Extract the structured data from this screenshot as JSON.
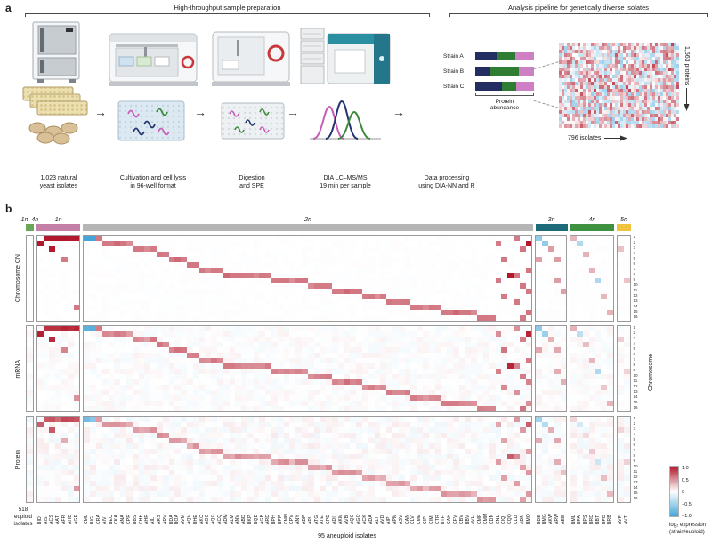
{
  "panel_a": {
    "label": "a",
    "left_header": "High-throughput sample preparation",
    "right_header": "Analysis pipeline for genetically diverse isolates",
    "captions": [
      "1,023 natural\nyeast isolates",
      "Cultivation and cell lysis\nin 96-well format",
      "Digestion\nand SPE",
      "DIA LC–MS/MS\n19 min per sample",
      "Data processing\nusing DIA-NN and R"
    ],
    "strains": [
      {
        "label": "Strain A",
        "segments": [
          [
            "#232d62",
            36
          ],
          [
            "#2e7d33",
            32
          ],
          [
            "#cf7fc4",
            32
          ]
        ]
      },
      {
        "label": "Strain B",
        "segments": [
          [
            "#232d62",
            26
          ],
          [
            "#2e7d33",
            48
          ],
          [
            "#cf7fc4",
            26
          ]
        ]
      },
      {
        "label": "Strain C",
        "segments": [
          [
            "#232d62",
            46
          ],
          [
            "#2e7d33",
            24
          ],
          [
            "#cf7fc4",
            30
          ]
        ]
      }
    ],
    "protein_abundance_label": "Protein\nabundance",
    "proteins_axis_label": "1,563 proteins",
    "isolates_axis_label": "796 isolates"
  },
  "panel_b": {
    "label": "b",
    "euploid_caption": "518\neuploid\nisolates",
    "aneuploid_caption": "95 aneuploid isolates",
    "chromosome_axis_label": "Chromosome",
    "legend": {
      "title": "log₂ expression\n(strain/euploid)",
      "ticks": [
        "1.0",
        "0.5",
        "0",
        "−0.5",
        "−1.0"
      ]
    }
  },
  "chart_data": {
    "type": "heatmap",
    "title": "Aneuploidy effects on chromosome copy number, mRNA and protein",
    "rows": 16,
    "row_labels": [
      "1",
      "2",
      "3",
      "4",
      "5",
      "6",
      "7",
      "8",
      "9",
      "10",
      "11",
      "12",
      "13",
      "14",
      "15",
      "16"
    ],
    "row_axis": "Chromosome",
    "value_label": "log2 expression (strain/euploid)",
    "value_range": [
      -1,
      1
    ],
    "colors": {
      "positive": "#b2182b",
      "negative": "#45a5d8",
      "zero": "#ffffff"
    },
    "blocks": [
      {
        "name": "Chromosome CN",
        "scale": 1.0,
        "noise": 0.012
      },
      {
        "name": "mRNA",
        "scale": 0.92,
        "noise": 0.06
      },
      {
        "name": "Protein",
        "scale": 0.72,
        "noise": 0.085
      }
    ],
    "groups": [
      {
        "ploidy": "1n–4n",
        "color": "#6aa65a",
        "strains": [
          {
            "code": "",
            "aneu": []
          }
        ]
      },
      {
        "ploidy": "1n",
        "color": "#c47fa6",
        "strains": [
          {
            "code": "BID",
            "aneu": [
              [
                2,
                1.0
              ]
            ]
          },
          {
            "code": "AIS",
            "aneu": [
              [
                1,
                1.0
              ]
            ]
          },
          {
            "code": "ACS",
            "aneu": [
              [
                1,
                1.0
              ],
              [
                3,
                1.0
              ]
            ]
          },
          {
            "code": "AAT",
            "aneu": [
              [
                1,
                1.0
              ]
            ]
          },
          {
            "code": "AFR",
            "aneu": [
              [
                1,
                1.0
              ],
              [
                5,
                0.58
              ]
            ]
          },
          {
            "code": "AHD",
            "aneu": [
              [
                1,
                1.0
              ]
            ]
          },
          {
            "code": "AGP",
            "aneu": [
              [
                1,
                1.0
              ],
              [
                14,
                0.58
              ]
            ]
          }
        ]
      },
      {
        "ploidy": "2n",
        "color": "#b5b5b5",
        "strains": [
          {
            "code": "CML",
            "aneu": [
              [
                1,
                -1.0
              ]
            ]
          },
          {
            "code": "BIG",
            "aneu": [
              [
                1,
                -1.0
              ]
            ]
          },
          {
            "code": "CRA",
            "aneu": [
              [
                1,
                0.58
              ]
            ]
          },
          {
            "code": "AIV",
            "aneu": [
              [
                2,
                0.58
              ]
            ]
          },
          {
            "code": "BEC",
            "aneu": [
              [
                2,
                0.58
              ]
            ]
          },
          {
            "code": "CKA",
            "aneu": [
              [
                2,
                0.65
              ]
            ]
          },
          {
            "code": "ANA",
            "aneu": [
              [
                2,
                0.58
              ]
            ]
          },
          {
            "code": "CPR",
            "aneu": [
              [
                2,
                0.5
              ]
            ]
          },
          {
            "code": "BBS",
            "aneu": [
              [
                3,
                0.58
              ]
            ]
          },
          {
            "code": "CHH",
            "aneu": [
              [
                3,
                0.58
              ]
            ]
          },
          {
            "code": "AHR",
            "aneu": [
              [
                3,
                0.5
              ]
            ]
          },
          {
            "code": "AIL",
            "aneu": [
              [
                3,
                0.58
              ]
            ]
          },
          {
            "code": "ARS",
            "aneu": [
              [
                4,
                0.58
              ]
            ]
          },
          {
            "code": "ARV",
            "aneu": [
              [
                4,
                0.58
              ]
            ]
          },
          {
            "code": "BDA",
            "aneu": [
              [
                5,
                0.58
              ]
            ]
          },
          {
            "code": "BOA",
            "aneu": [
              [
                5,
                0.65
              ]
            ]
          },
          {
            "code": "AVM",
            "aneu": [
              [
                5,
                0.58
              ]
            ]
          },
          {
            "code": "AQV",
            "aneu": [
              [
                6,
                0.58
              ]
            ]
          },
          {
            "code": "BHE",
            "aneu": [
              [
                6,
                0.58
              ]
            ]
          },
          {
            "code": "AKC",
            "aneu": [
              [
                7,
                0.58
              ]
            ]
          },
          {
            "code": "AOC",
            "aneu": [
              [
                7,
                0.5
              ]
            ]
          },
          {
            "code": "AQG",
            "aneu": [
              [
                7,
                0.58
              ]
            ]
          },
          {
            "code": "ACQ",
            "aneu": [
              [
                7,
                0.58
              ]
            ]
          },
          {
            "code": "ADM",
            "aneu": [
              [
                8,
                0.65
              ]
            ]
          },
          {
            "code": "ALM",
            "aneu": [
              [
                8,
                0.58
              ]
            ]
          },
          {
            "code": "ANV",
            "aneu": [
              [
                8,
                0.58
              ]
            ]
          },
          {
            "code": "ABD",
            "aneu": [
              [
                8,
                0.58
              ]
            ]
          },
          {
            "code": "BKP",
            "aneu": [
              [
                8,
                0.58
              ]
            ]
          },
          {
            "code": "BQD",
            "aneu": [
              [
                8,
                0.5
              ]
            ]
          },
          {
            "code": "AGB",
            "aneu": [
              [
                8,
                0.58
              ]
            ]
          },
          {
            "code": "ARD",
            "aneu": [
              [
                8,
                0.58
              ]
            ]
          },
          {
            "code": "BPH",
            "aneu": [
              [
                9,
                0.58
              ]
            ]
          },
          {
            "code": "BPP",
            "aneu": [
              [
                9,
                0.58
              ]
            ]
          },
          {
            "code": "CMN",
            "aneu": [
              [
                9,
                0.58
              ]
            ]
          },
          {
            "code": "CPV",
            "aneu": [
              [
                9,
                0.5
              ]
            ]
          },
          {
            "code": "ANY",
            "aneu": [
              [
                9,
                0.58
              ]
            ]
          },
          {
            "code": "ABP",
            "aneu": [
              [
                9,
                0.58
              ]
            ]
          },
          {
            "code": "API",
            "aneu": [
              [
                10,
                0.5
              ]
            ]
          },
          {
            "code": "ATG",
            "aneu": [
              [
                10,
                0.58
              ]
            ]
          },
          {
            "code": "ATE",
            "aneu": [
              [
                10,
                0.58
              ]
            ]
          },
          {
            "code": "CPD",
            "aneu": [
              [
                10,
                0.58
              ]
            ]
          },
          {
            "code": "ADI",
            "aneu": [
              [
                11,
                0.58
              ]
            ]
          },
          {
            "code": "AKM",
            "aneu": [
              [
                11,
                0.58
              ]
            ]
          },
          {
            "code": "AVB",
            "aneu": [
              [
                11,
                0.65
              ]
            ]
          },
          {
            "code": "AQC",
            "aneu": [
              [
                11,
                0.58
              ]
            ]
          },
          {
            "code": "AGQ",
            "aneu": [
              [
                11,
                0.58
              ]
            ]
          },
          {
            "code": "ACK",
            "aneu": [
              [
                12,
                0.58
              ]
            ]
          },
          {
            "code": "ADA",
            "aneu": [
              [
                12,
                0.58
              ]
            ]
          },
          {
            "code": "ALI",
            "aneu": [
              [
                12,
                0.5
              ]
            ]
          },
          {
            "code": "AVD",
            "aneu": [
              [
                12,
                0.58
              ]
            ]
          },
          {
            "code": "AIP",
            "aneu": [
              [
                13,
                0.58
              ]
            ]
          },
          {
            "code": "APM",
            "aneu": [
              [
                13,
                0.58
              ]
            ]
          },
          {
            "code": "ASV",
            "aneu": [
              [
                13,
                0.58
              ]
            ]
          },
          {
            "code": "CAN",
            "aneu": [
              [
                13,
                0.58
              ]
            ]
          },
          {
            "code": "CLV",
            "aneu": [
              [
                14,
                0.58
              ]
            ]
          },
          {
            "code": "CME",
            "aneu": [
              [
                14,
                0.58
              ]
            ]
          },
          {
            "code": "CIP",
            "aneu": [
              [
                14,
                0.5
              ]
            ]
          },
          {
            "code": "CIM",
            "aneu": [
              [
                14,
                0.58
              ]
            ]
          },
          {
            "code": "CTR",
            "aneu": [
              [
                14,
                0.58
              ]
            ]
          },
          {
            "code": "BTF",
            "aneu": [
              [
                15,
                0.58
              ]
            ]
          },
          {
            "code": "CAH",
            "aneu": [
              [
                15,
                0.58
              ]
            ]
          },
          {
            "code": "CFV",
            "aneu": [
              [
                15,
                0.65
              ]
            ]
          },
          {
            "code": "CBV",
            "aneu": [
              [
                15,
                0.58
              ]
            ]
          },
          {
            "code": "BBV",
            "aneu": [
              [
                15,
                0.58
              ]
            ]
          },
          {
            "code": "AVL",
            "aneu": [
              [
                15,
                0.5
              ]
            ]
          },
          {
            "code": "CMF",
            "aneu": [
              [
                16,
                0.58
              ]
            ]
          },
          {
            "code": "CMM",
            "aneu": [
              [
                16,
                0.58
              ]
            ]
          },
          {
            "code": "CDN",
            "aneu": [
              [
                16,
                0.58
              ]
            ]
          },
          {
            "code": "CNL",
            "aneu": [
              [
                2,
                0.58
              ],
              [
                9,
                0.58
              ]
            ]
          },
          {
            "code": "CIQ",
            "aneu": [
              [
                5,
                0.58
              ],
              [
                12,
                0.58
              ]
            ]
          },
          {
            "code": "CQQ",
            "aneu": [
              [
                8,
                1.0
              ]
            ]
          },
          {
            "code": "CLD",
            "aneu": [
              [
                1,
                0.58
              ],
              [
                8,
                0.58
              ],
              [
                13,
                0.58
              ]
            ]
          },
          {
            "code": "ADN",
            "aneu": [
              [
                3,
                0.58
              ],
              [
                10,
                0.58
              ],
              [
                16,
                0.58
              ]
            ]
          },
          {
            "code": "BMQ",
            "aneu": [
              [
                2,
                1.0
              ],
              [
                7,
                0.58
              ],
              [
                11,
                0.58
              ],
              [
                15,
                0.58
              ]
            ]
          }
        ]
      },
      {
        "ploidy": "3n",
        "color": "#1d6a78",
        "strains": [
          {
            "code": "BDE",
            "aneu": [
              [
                1,
                -0.58
              ],
              [
                5,
                0.42
              ]
            ]
          },
          {
            "code": "BMG",
            "aneu": [
              [
                2,
                -0.58
              ]
            ]
          },
          {
            "code": "AKW",
            "aneu": [
              [
                3,
                0.42
              ]
            ]
          },
          {
            "code": "ARW",
            "aneu": [
              [
                5,
                0.42
              ],
              [
                9,
                0.42
              ]
            ]
          },
          {
            "code": "AEE",
            "aneu": [
              [
                11,
                0.42
              ]
            ]
          }
        ]
      },
      {
        "ploidy": "4n",
        "color": "#3f9142",
        "strains": [
          {
            "code": "BML",
            "aneu": [
              [
                1,
                0.32
              ]
            ]
          },
          {
            "code": "BFA",
            "aneu": [
              [
                2,
                -0.42
              ]
            ]
          },
          {
            "code": "BPS",
            "aneu": [
              [
                4,
                0.32
              ]
            ]
          },
          {
            "code": "BRD",
            "aneu": [
              [
                7,
                0.32
              ]
            ]
          },
          {
            "code": "BBT",
            "aneu": [
              [
                9,
                -0.42
              ]
            ]
          },
          {
            "code": "BPD",
            "aneu": [
              [
                12,
                0.32
              ]
            ]
          },
          {
            "code": "BRB",
            "aneu": [
              [
                15,
                0.32
              ]
            ]
          }
        ]
      },
      {
        "ploidy": "5n",
        "color": "#efc33d",
        "strains": [
          {
            "code": "AVF",
            "aneu": [
              [
                3,
                0.26
              ]
            ]
          },
          {
            "code": "AVT",
            "aneu": [
              [
                9,
                0.26
              ]
            ]
          }
        ]
      }
    ]
  }
}
